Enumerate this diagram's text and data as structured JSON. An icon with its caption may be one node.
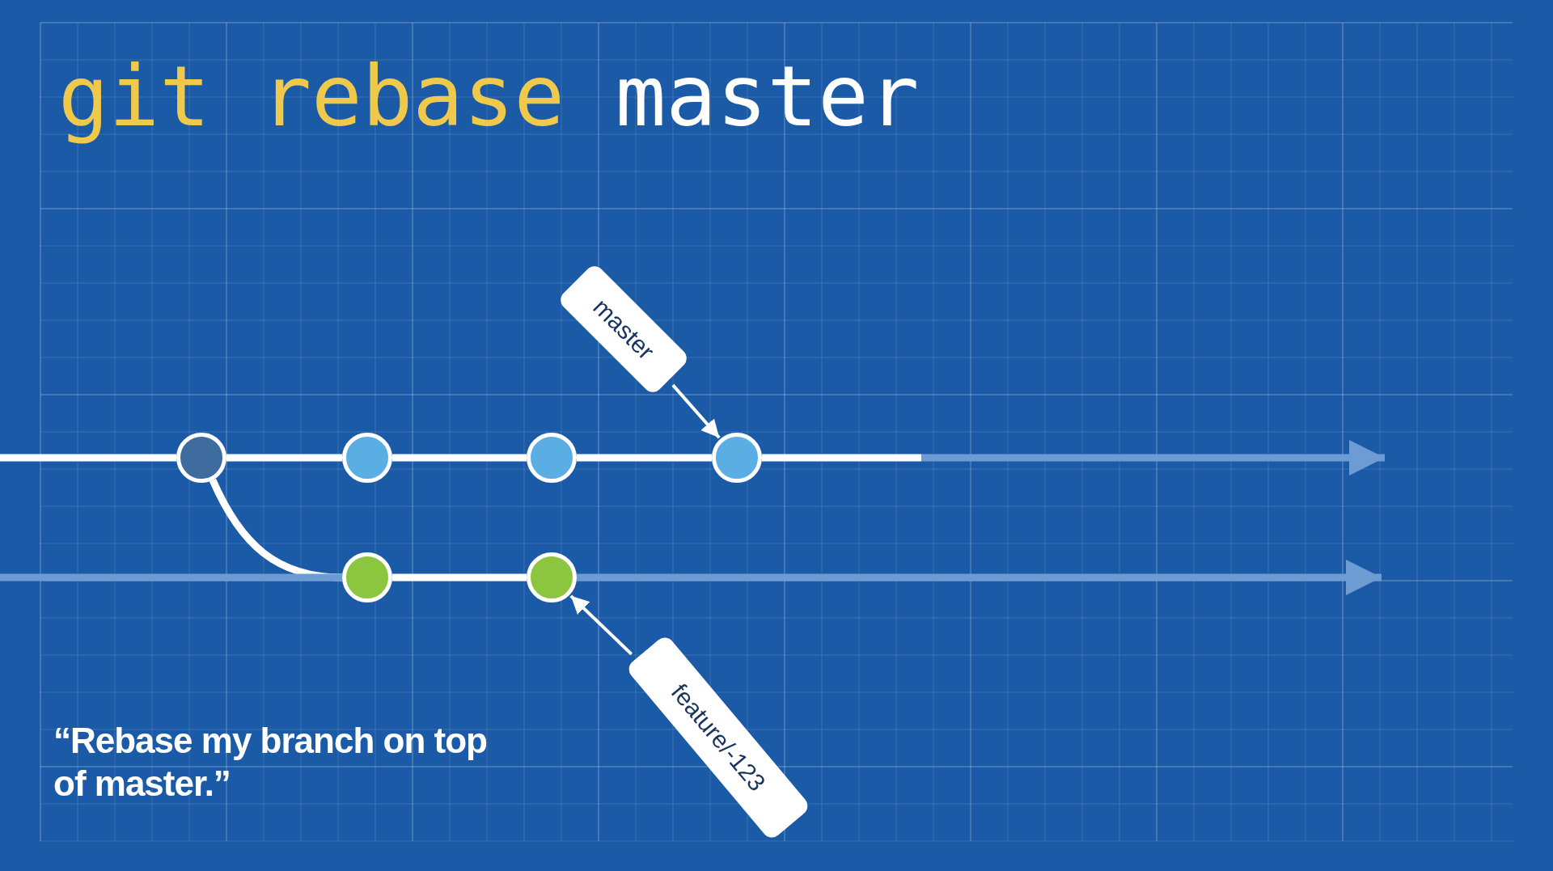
{
  "diagram": {
    "title": "git rebase master",
    "nodes": [
      {
        "text": [],
        "shape": "circle"
      },
      {
        "text": [],
        "shape": "circle"
      },
      {
        "text": [],
        "shape": "circle"
      },
      {
        "text": [],
        "shape": "circle"
      },
      {
        "text": [],
        "shape": "circle"
      },
      {
        "text": [],
        "shape": "circle"
      },
      {
        "text": [
          "master"
        ]
      },
      {
        "text": [
          "feature/-123"
        ]
      }
    ],
    "edges": [
      {
        "from": null,
        "to": 0,
        "arrow": "none"
      },
      {
        "from": 0,
        "to": 1,
        "arrow": "none"
      },
      {
        "from": 1,
        "to": 2,
        "arrow": "none"
      },
      {
        "from": 2,
        "to": 3,
        "arrow": "none"
      },
      {
        "from": 3,
        "to": null,
        "arrow": "to"
      },
      {
        "from": 0,
        "to": 4,
        "arrow": "none"
      },
      {
        "from": null,
        "to": 4,
        "arrow": "none",
        "color": "#6d9bd3"
      },
      {
        "from": 4,
        "to": 5,
        "arrow": "none"
      },
      {
        "from": 5,
        "to": null,
        "arrow": "to",
        "color": "#6d9bd3"
      },
      {
        "from": 6,
        "to": 3,
        "arrow": "to"
      },
      {
        "from": 7,
        "to": 5,
        "arrow": "to"
      }
    ],
    "labels": [
      "“Rebase my branch on top of master.”"
    ]
  }
}
